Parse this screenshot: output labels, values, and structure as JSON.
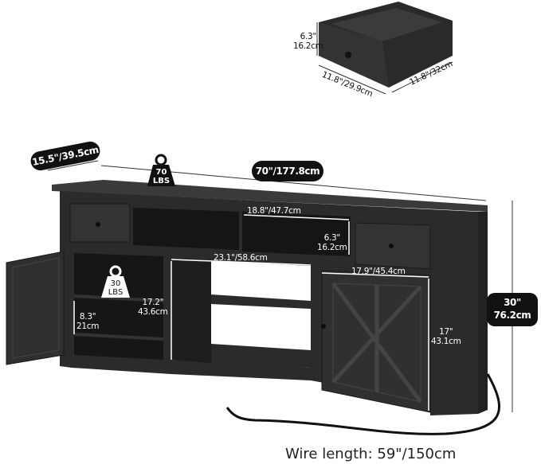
{
  "drawer": {
    "height": "6.3\"",
    "height_cm": "16.2cm",
    "width": "11.8\"/29.9cm",
    "depth": "11.8\"/32cm"
  },
  "overall": {
    "depth": "15.5\"/39.5cm",
    "width": "70\"/177.8cm",
    "height_in": "30\"",
    "height_cm": "76.2cm"
  },
  "weights": {
    "top_value": "70",
    "top_unit": "LBS",
    "shelf_value": "30",
    "shelf_unit": "LBS"
  },
  "compartments": {
    "open_shelf": "18.8\"/47.7cm",
    "open_shelf_h_in": "6.3\"",
    "open_shelf_h_cm": "16.2cm",
    "middle_width": "23.1\"/58.6cm",
    "middle_h_in": "17.2\"",
    "middle_h_cm": "43.6cm",
    "left_shelf_h_in": "8.3\"",
    "left_shelf_h_cm": "21cm",
    "door_width": "17.9\"/45.4cm",
    "door_h_in": "17\"",
    "door_h_cm": "43.1cm"
  },
  "wire": "Wire length: 59\"/150cm"
}
